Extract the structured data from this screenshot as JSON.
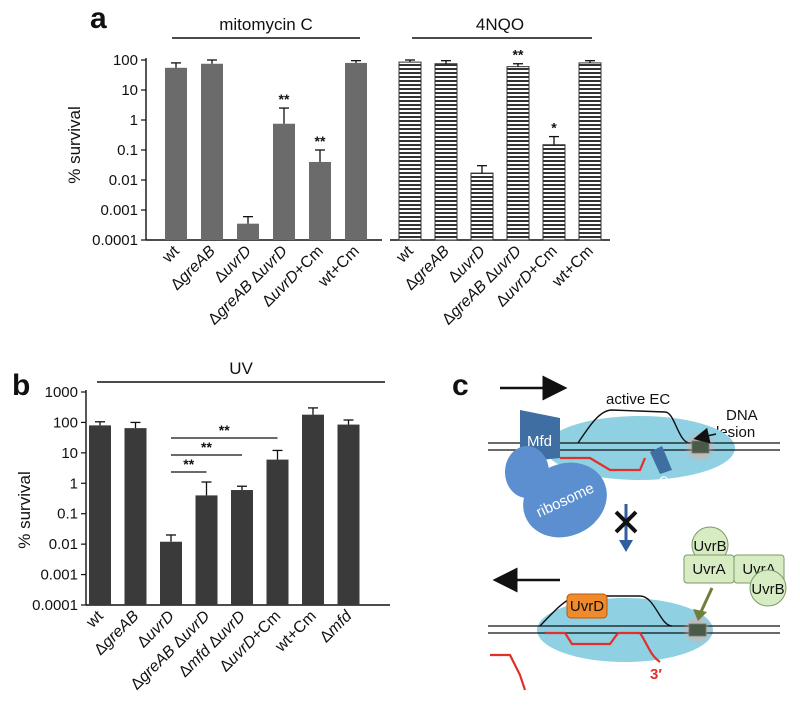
{
  "panels": {
    "a": "a",
    "b": "b",
    "c": "c"
  },
  "chart_data": [
    {
      "type": "bar",
      "panel": "a",
      "ylabel": "% survival",
      "yscale": "log",
      "ylim": [
        0.0001,
        100
      ],
      "yticks": [
        "100",
        "10",
        "1",
        "0.1",
        "0.01",
        "0.001",
        "0.0001"
      ],
      "groups": [
        {
          "label": "mitomycin C",
          "fill": "solid-gray",
          "categories": [
            "wt",
            "ΔgreAB",
            "ΔuvrD",
            "ΔgreAB ΔuvrD",
            "ΔuvrD+Cm",
            "wt+Cm"
          ],
          "values": [
            55,
            75,
            0.00035,
            0.75,
            0.04,
            80
          ],
          "err_upper": [
            80,
            100,
            0.0006,
            2.5,
            0.1,
            95
          ],
          "significance": [
            "",
            "",
            "",
            "**",
            "**",
            ""
          ]
        },
        {
          "label": "4NQO",
          "fill": "horizontal-hatch",
          "categories": [
            "wt",
            "ΔgreAB",
            "ΔuvrD",
            "ΔgreAB ΔuvrD",
            "ΔuvrD+Cm",
            "wt+Cm"
          ],
          "values": [
            85,
            75,
            0.017,
            60,
            0.15,
            80
          ],
          "err_upper": [
            100,
            95,
            0.03,
            75,
            0.28,
            95
          ],
          "significance": [
            "",
            "",
            "",
            "**",
            "*",
            ""
          ]
        }
      ]
    },
    {
      "type": "bar",
      "panel": "b",
      "title": "UV",
      "ylabel": "% survival",
      "yscale": "log",
      "ylim": [
        0.0001,
        1000
      ],
      "yticks": [
        "1000",
        "100",
        "10",
        "1",
        "0.1",
        "0.01",
        "0.001",
        "0.0001"
      ],
      "categories": [
        "wt",
        "ΔgreAB",
        "ΔuvrD",
        "ΔgreAB ΔuvrD",
        "Δmfd ΔuvrD",
        "ΔuvrD+Cm",
        "wt+Cm",
        "Δmfd"
      ],
      "values": [
        80,
        65,
        0.012,
        0.4,
        0.6,
        6,
        180,
        85
      ],
      "err_upper": [
        105,
        100,
        0.02,
        1.1,
        0.8,
        12,
        300,
        120
      ],
      "comparisons": [
        {
          "from": "ΔuvrD",
          "to": "ΔgreAB ΔuvrD",
          "label": "**"
        },
        {
          "from": "ΔuvrD",
          "to": "Δmfd ΔuvrD",
          "label": "**"
        },
        {
          "from": "ΔuvrD",
          "to": "ΔuvrD+Cm",
          "label": "**"
        }
      ]
    }
  ],
  "diagram": {
    "active_ec": "active EC",
    "dna_lesion_1": "DNA",
    "dna_lesion_2": "lesion",
    "mfd": "Mfd",
    "gre": "Gre",
    "ribosome": "ribosome",
    "uvrd": "UvrD",
    "uvrb_top": "UvrB",
    "uvra_left": "UvrA",
    "uvra_right": "UvrA",
    "uvrb_bottom": "UvrB",
    "three_prime": "3′"
  },
  "colors": {
    "bar_a": "#6b6b6b",
    "bar_b": "#3a3a3a",
    "ec_blue": "#8fd0e3",
    "mfd_blue": "#3f6ea3",
    "ribosome_blue": "#5b8fd0",
    "rna_red": "#e0302a",
    "uvrd_orange": "#f08a2a",
    "uvr_green": "#d8ecc4",
    "arrow_blue": "#2f5fa0",
    "arrow_olive": "#6f7f3a"
  }
}
